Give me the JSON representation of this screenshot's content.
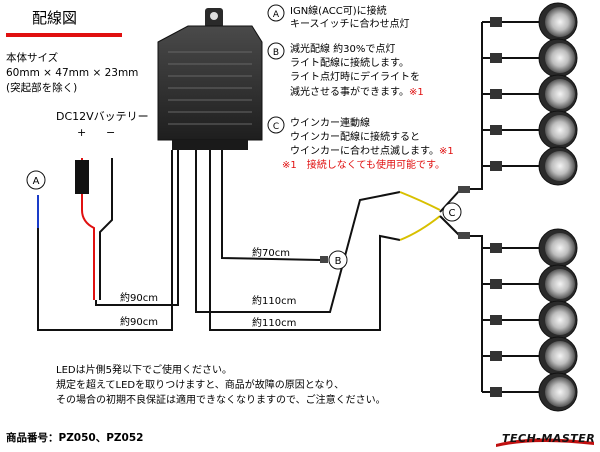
{
  "title": "配線図",
  "spec": {
    "line1": "本体サイズ",
    "line2": "60mm × 47mm × 23mm",
    "line3": "(突起部を除く)"
  },
  "battery": {
    "label": "DC12Vバッテリー",
    "plus": "+",
    "minus": "−"
  },
  "markers": {
    "a": "A",
    "b": "B",
    "c": "C"
  },
  "notes": {
    "a": [
      "IGN線(ACC可)に接続",
      "キースイッチに合わせ点灯"
    ],
    "b": [
      "減光配線 約30%で点灯",
      "ライト配線に接続します。",
      "ライト点灯時にデイライトを",
      "減光させる事ができます。"
    ],
    "b_mark": "※1",
    "c": [
      "ウインカー連動線",
      "ウインカー配線に接続すると",
      "ウインカーに合わせ点滅します。"
    ],
    "c_mark": "※1",
    "footnote": "※1　接続しなくても使用可能です。"
  },
  "lengths": {
    "b_wire": "約70cm",
    "wire1": "約90cm",
    "wire2": "約110cm",
    "wire3": "約90cm",
    "wire4": "約110cm"
  },
  "bottom": {
    "line1": "LEDは片側5発以下でご使用ください。",
    "line2": "規定を超えてLEDを取りつけますと、商品が故障の原因となり、",
    "line3": "その場合の初期不良保証は適用できなくなりますので、ご注意ください。",
    "product": "商品番号：PZ050、PZ052"
  },
  "logo_text": "TECH-MASTER",
  "colors": {
    "red": "#e01010",
    "blue": "#1a3cc8",
    "yellow": "#d8c000",
    "rule": "#e01010"
  }
}
